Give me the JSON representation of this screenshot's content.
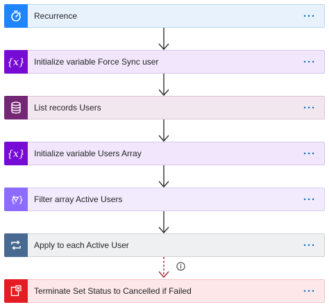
{
  "steps": [
    {
      "id": "recurrence",
      "label": "Recurrence",
      "icon": "timer-icon",
      "color": "#1f85ff",
      "more": "···"
    },
    {
      "id": "init-force-sync",
      "label": "Initialize variable Force Sync user",
      "icon": "variable-icon",
      "color": "#770bd6",
      "more": "···"
    },
    {
      "id": "list-records",
      "label": "List records Users",
      "icon": "database-icon",
      "color": "#742774",
      "more": "···"
    },
    {
      "id": "init-users-array",
      "label": "Initialize variable Users Array",
      "icon": "variable-icon",
      "color": "#770bd6",
      "more": "···"
    },
    {
      "id": "filter-array",
      "label": "Filter array Active Users",
      "icon": "filter-icon",
      "color": "#8c6cff",
      "more": "···"
    },
    {
      "id": "apply-to-each",
      "label": "Apply to each Active User",
      "icon": "loop-icon",
      "color": "#486991",
      "more": "···"
    },
    {
      "id": "terminate",
      "label": "Terminate Set Status to Cancelled if Failed",
      "icon": "terminate-icon",
      "color": "#e51c23",
      "more": "···"
    }
  ]
}
